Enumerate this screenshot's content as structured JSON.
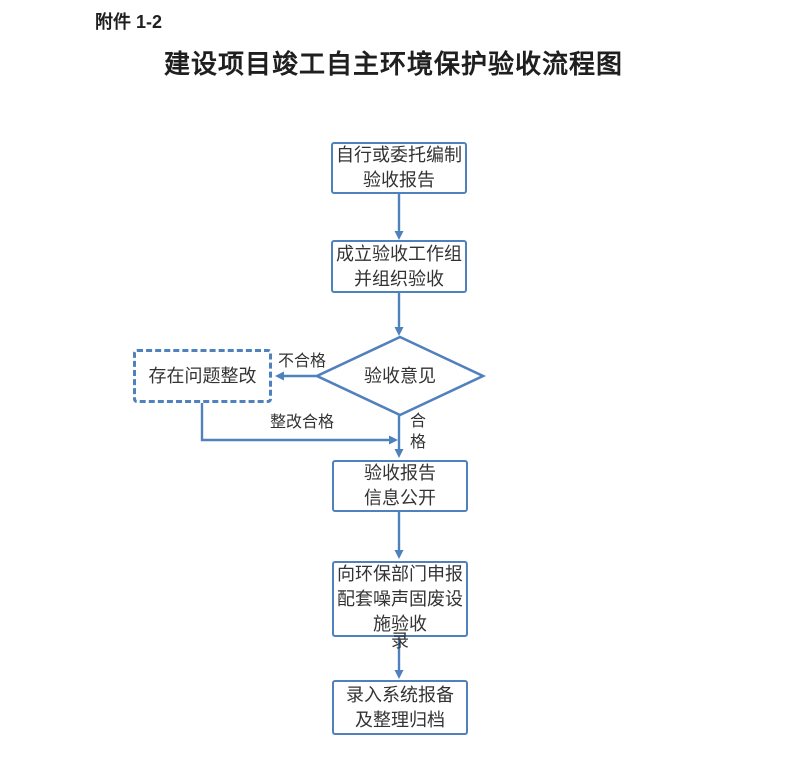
{
  "page": {
    "attachment_label": "附件 1-2",
    "title": "建设项目竣工自主环境保护验收流程图"
  },
  "colors": {
    "flow_accent": "#4f81bd",
    "text": "#333333",
    "background": "#ffffff"
  },
  "flowchart": {
    "nodes": [
      {
        "id": "prepare-report",
        "shape": "rect",
        "text": "自行或委托编制\n验收报告"
      },
      {
        "id": "form-acceptance-team",
        "shape": "rect",
        "text": "成立验收工作组\n并组织验收"
      },
      {
        "id": "acceptance-opinion",
        "shape": "diamond",
        "text": "验收意见"
      },
      {
        "id": "rectify-problems",
        "shape": "rect-dashed",
        "text": "存在问题整改"
      },
      {
        "id": "report-disclosure",
        "shape": "rect",
        "text": "验收报告\n信息公开"
      },
      {
        "id": "declare-facilities",
        "shape": "rect",
        "text": "向环保部门申报\n配套噪声固废设\n施验收",
        "overflow_text": "录"
      },
      {
        "id": "system-filing",
        "shape": "rect",
        "text": "录入系统报备\n及整理归档"
      }
    ],
    "edge_labels": {
      "unqualified": "不合格",
      "rectified_qualified": "整改合格",
      "qualified": "合\n格"
    }
  }
}
